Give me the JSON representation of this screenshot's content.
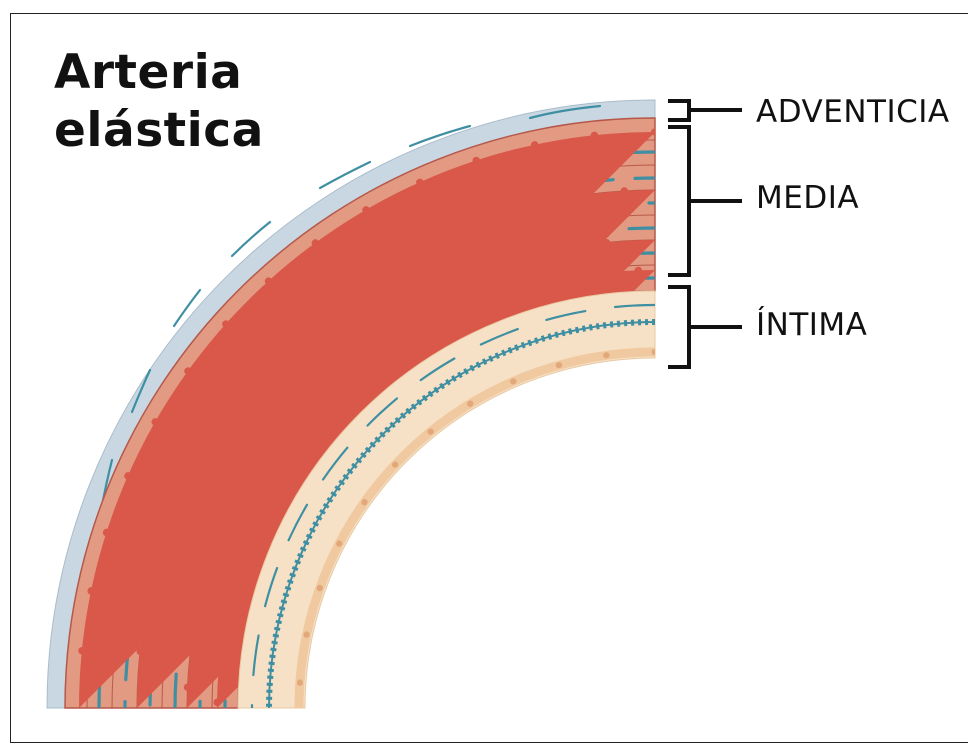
{
  "title": {
    "line1": "Arteria",
    "line2": "elástica"
  },
  "layers": {
    "adventicia": "ADVENTICIA",
    "media": "MEDIA",
    "intima": "ÍNTIMA"
  },
  "colors": {
    "adventicia": "#c9d7e2",
    "media": "#e29a82",
    "media_cell_line": "#a8453a",
    "nucleus": "#d9584a",
    "elastic_fiber": "#3f8fa3",
    "intima": "#f6e1c6",
    "endothelium": "#f0c9a0",
    "bracket": "#111111"
  }
}
